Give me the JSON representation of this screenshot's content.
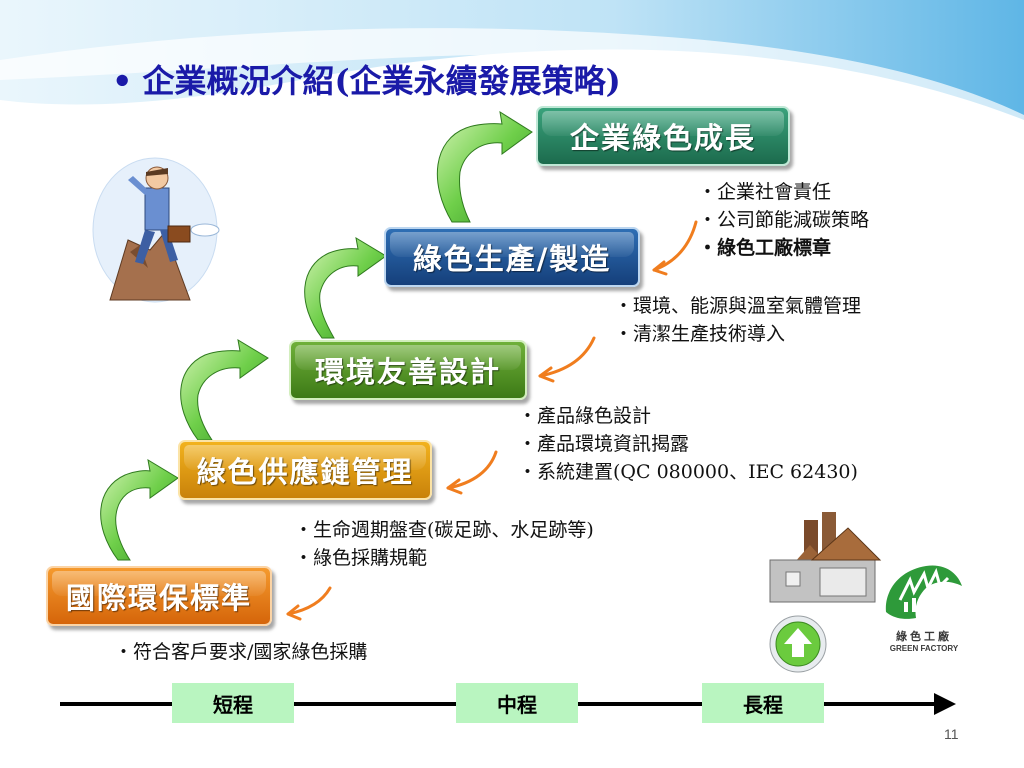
{
  "title": "企業概況介紹(企業永續發展策略)",
  "steps": [
    {
      "label": "企業綠色成長"
    },
    {
      "label": "綠色生產/製造"
    },
    {
      "label": "環境友善設計"
    },
    {
      "label": "綠色供應鏈管理"
    },
    {
      "label": "國際環保標準"
    }
  ],
  "notes": {
    "growth": [
      "‧企業社會責任",
      "‧公司節能減碳策略",
      "‧綠色工廠標章"
    ],
    "production": [
      "‧環境、能源與溫室氣體管理",
      "‧清潔生產技術導入"
    ],
    "design": [
      "‧產品綠色設計",
      "‧產品環境資訊揭露",
      "‧系統建置(QC 080000、IEC 62430)"
    ],
    "supply": [
      "‧生命週期盤查(碳足跡、水足跡等)",
      "‧綠色採購規範"
    ],
    "standard": [
      "‧符合客戶要求/國家綠色採購"
    ]
  },
  "timeline": [
    "短程",
    "中程",
    "長程"
  ],
  "logo": {
    "zh": "綠色工廠",
    "en": "GREEN FACTORY"
  },
  "page_number": "11",
  "colors": {
    "title": "#1a1aa8",
    "timeline_label_bg": "#b9f5c0"
  }
}
